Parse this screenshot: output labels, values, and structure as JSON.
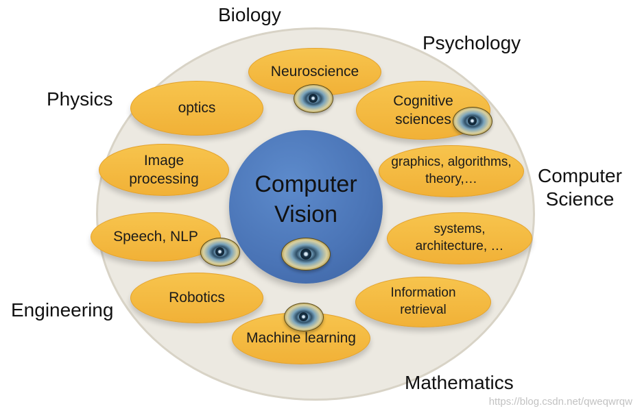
{
  "diagram": {
    "outer_labels": {
      "biology": "Biology",
      "psychology": "Psychology",
      "physics": "Physics",
      "computer_science": "Computer\nScience",
      "engineering": "Engineering",
      "mathematics": "Mathematics"
    },
    "pills": {
      "neuroscience": "Neuroscience",
      "optics": "optics",
      "cognitive_sciences": "Cognitive\nsciences",
      "image_processing": "Image\nprocessing",
      "graphics_algorithms_theory": "graphics, algorithms,\ntheory,…",
      "speech_nlp": "Speech, NLP",
      "systems_architecture": "systems,\narchitecture, …",
      "robotics": "Robotics",
      "information_retrieval": "Information retrieval",
      "machine_learning": "Machine learning"
    },
    "core": {
      "label": "Computer\nVision"
    }
  },
  "watermark": "https://blog.csdn.net/qweqwrqw",
  "colors": {
    "background": "#ffffff",
    "outer_ellipse": "#ece9e1",
    "pill": "#f4b940",
    "core": "#4a74b6"
  },
  "icons": {
    "eye": "eye-icon"
  }
}
